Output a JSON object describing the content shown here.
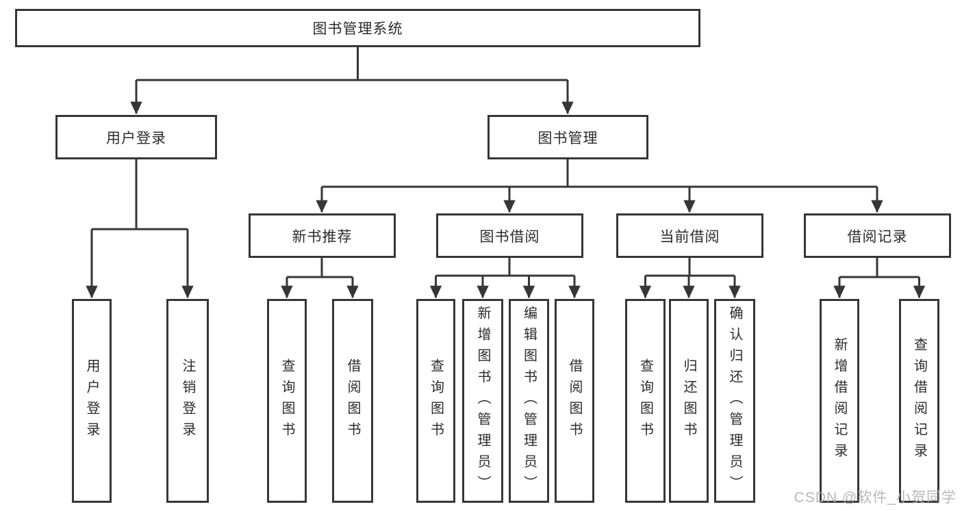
{
  "diagram": {
    "title": "图书管理系统",
    "branches": [
      {
        "label": "用户登录",
        "leaves": [
          {
            "label": "用户登录"
          },
          {
            "label": "注销登录"
          }
        ]
      },
      {
        "label": "图书管理",
        "groups": [
          {
            "label": "新书推荐",
            "leaves": [
              {
                "label": "查询图书"
              },
              {
                "label": "借阅图书"
              }
            ]
          },
          {
            "label": "图书借阅",
            "leaves": [
              {
                "label": "查询图书"
              },
              {
                "label": "新增图书（管理员）"
              },
              {
                "label": "编辑图书（管理员）"
              },
              {
                "label": "借阅图书"
              }
            ]
          },
          {
            "label": "当前借阅",
            "leaves": [
              {
                "label": "查询图书"
              },
              {
                "label": "归还图书"
              },
              {
                "label": "确认归还（管理员）"
              }
            ]
          },
          {
            "label": "借阅记录",
            "leaves": [
              {
                "label": "新增借阅记录"
              },
              {
                "label": "查询借阅记录"
              }
            ]
          }
        ]
      }
    ]
  },
  "watermark": "CSDN @软件_小贺同学",
  "colors": {
    "line": "#363636",
    "box_border": "#363636",
    "text": "#2b2b2b",
    "background": "#ffffff",
    "watermark": "#afafaf"
  }
}
